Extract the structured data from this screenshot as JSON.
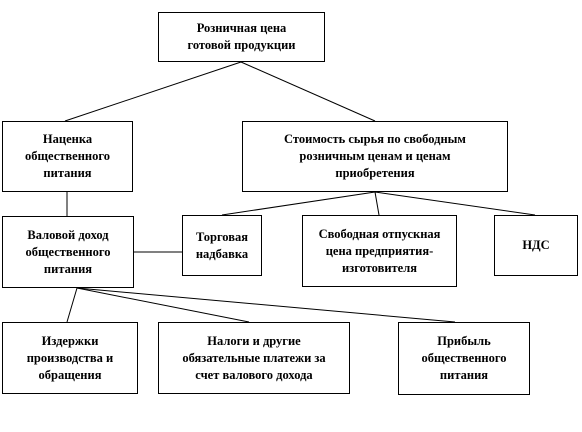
{
  "diagram": {
    "nodes": {
      "retail_price": {
        "label": "Розничная цена\nготовой продукции"
      },
      "markup": {
        "label": "Наценка\nобщественного\nпитания"
      },
      "raw_cost": {
        "label": "Стоимость сырья по свободным\nрозничным ценам и ценам\nприобретения"
      },
      "gross_income": {
        "label": "Валовой доход\nобщественного\nпитания"
      },
      "trade_margin": {
        "label": "Торговая\nнадбавка"
      },
      "free_price": {
        "label": "Свободная отпускная\nцена предприятия-\nизготовителя"
      },
      "vat": {
        "label": "НДС"
      },
      "costs": {
        "label": "Издержки\nпроизводства и\nобращения"
      },
      "taxes": {
        "label": "Налоги и другие\nобязательные платежи за\nсчет валового дохода"
      },
      "profit": {
        "label": "Прибыль\nобщественного\nпитания"
      }
    },
    "edges": [
      {
        "from": "retail_price",
        "to": "markup"
      },
      {
        "from": "retail_price",
        "to": "raw_cost"
      },
      {
        "from": "raw_cost",
        "to": "trade_margin"
      },
      {
        "from": "raw_cost",
        "to": "free_price"
      },
      {
        "from": "raw_cost",
        "to": "vat"
      },
      {
        "from": "markup",
        "to": "gross_income"
      },
      {
        "from": "gross_income",
        "to": "trade_margin"
      },
      {
        "from": "gross_income",
        "to": "costs"
      },
      {
        "from": "gross_income",
        "to": "taxes"
      },
      {
        "from": "gross_income",
        "to": "profit"
      }
    ]
  }
}
